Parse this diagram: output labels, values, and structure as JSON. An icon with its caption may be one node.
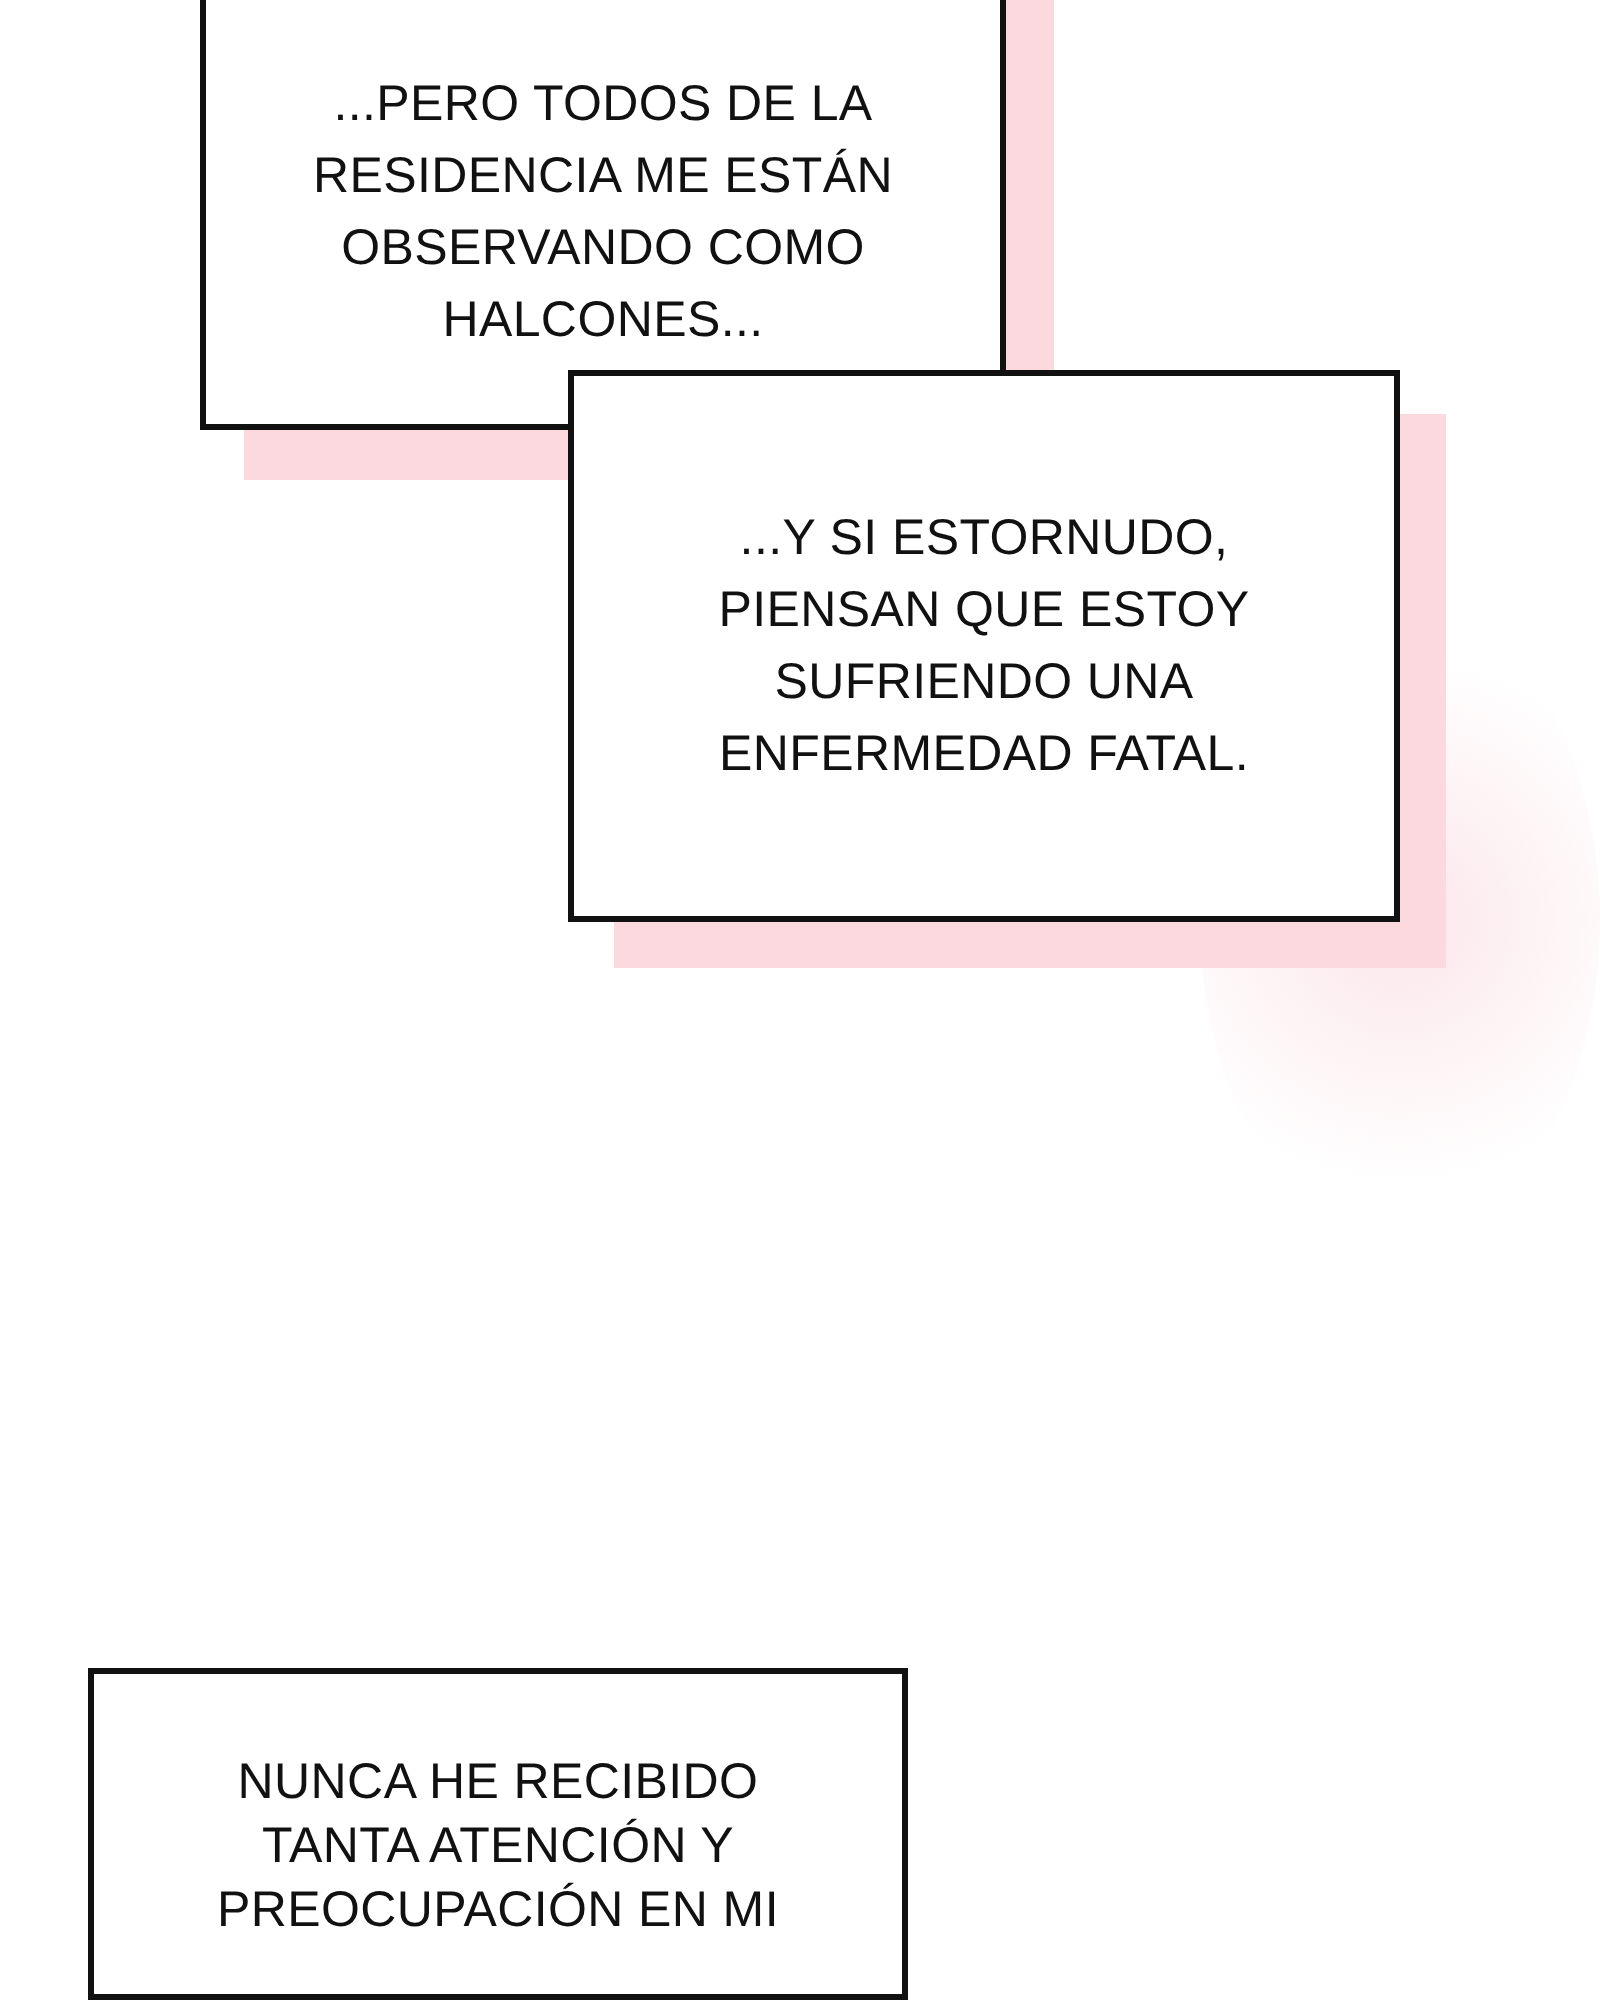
{
  "diagram": {
    "nodes": [
      {
        "text": [
          "...PERO TODOS DE LA RESIDENCIA ME ESTÁN OBSERVANDO COMO HALCONES..."
        ]
      },
      {
        "text": [
          "...Y SI ESTORNUDO, PIENSAN QUE ESTOY SUFRIENDO UNA ENFERMEDAD FATAL."
        ]
      },
      {
        "text": [
          "NUNCA HE RECIBIDO TANTA ATENCIÓN Y PREOCUPACIÓN EN MI"
        ]
      }
    ]
  }
}
